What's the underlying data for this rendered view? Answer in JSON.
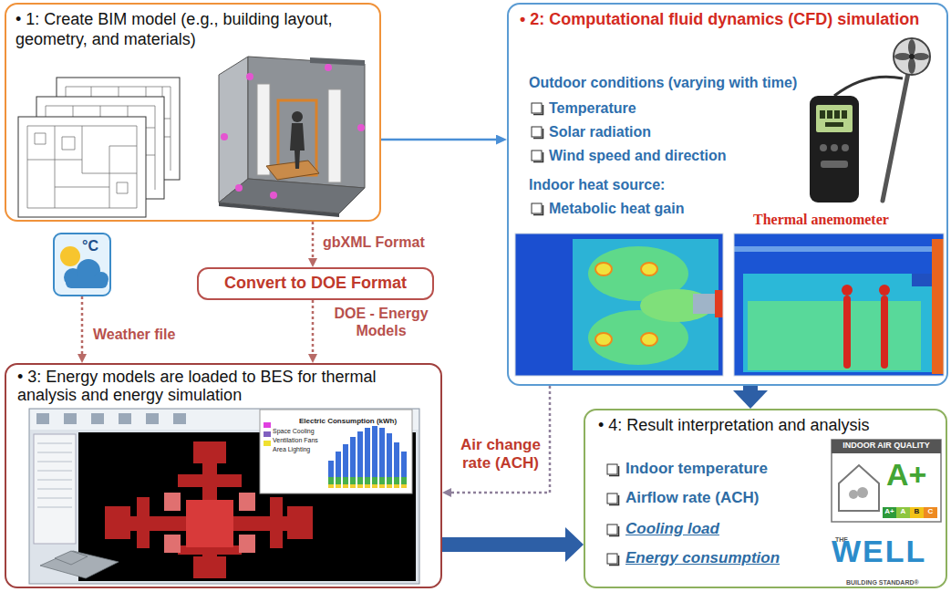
{
  "diagram": {
    "nodes": [
      {
        "text": [
          "• 1: Create BIM model (e.g., building layout, geometry, and materials)"
        ]
      },
      {
        "text": [
          "• 2: Computational fluid dynamics (CFD) simulation",
          "Outdoor conditions (varying with time)",
          "Temperature",
          "Solar radiation",
          "Wind speed and direction",
          "Indoor heat source:",
          "Metabolic heat gain",
          "Thermal anemometer"
        ]
      },
      {
        "text": [
          "°C"
        ]
      },
      {
        "text": [
          "Convert to DOE Format"
        ]
      },
      {
        "text": [
          "• 3: Energy models are loaded to BES for thermal analysis and energy simulation"
        ]
      },
      {
        "text": [
          "• 4: Result interpretation and analysis",
          "Indoor temperature",
          "Airflow rate (ACH)",
          "Cooling load",
          "Energy consumption"
        ]
      }
    ],
    "edges": [
      {
        "from": 0,
        "to": 1,
        "arrow": "to"
      },
      {
        "from": 0,
        "to": 3,
        "label": "gbXML Format",
        "arrow": "to"
      },
      {
        "from": 2,
        "to": 4,
        "label": "Weather file",
        "arrow": "to"
      },
      {
        "from": 3,
        "to": 4,
        "label": "DOE - Energy Models",
        "arrow": "to"
      },
      {
        "from": 1,
        "to": 4,
        "label": "Air change rate (ACH)",
        "arrow": "to"
      },
      {
        "from": 1,
        "to": 5,
        "arrow": "to"
      },
      {
        "from": 4,
        "to": 5,
        "arrow": "to"
      }
    ],
    "labels": [
      "Electric Consumption (kWh)",
      "Space Cooling",
      "Ventilation Fans",
      "Area Lighting",
      "INDOOR AIR QUALITY",
      "A+",
      "A+",
      "A",
      "B",
      "C",
      "THE",
      "WELL",
      "BUILDING STANDARD®"
    ]
  }
}
